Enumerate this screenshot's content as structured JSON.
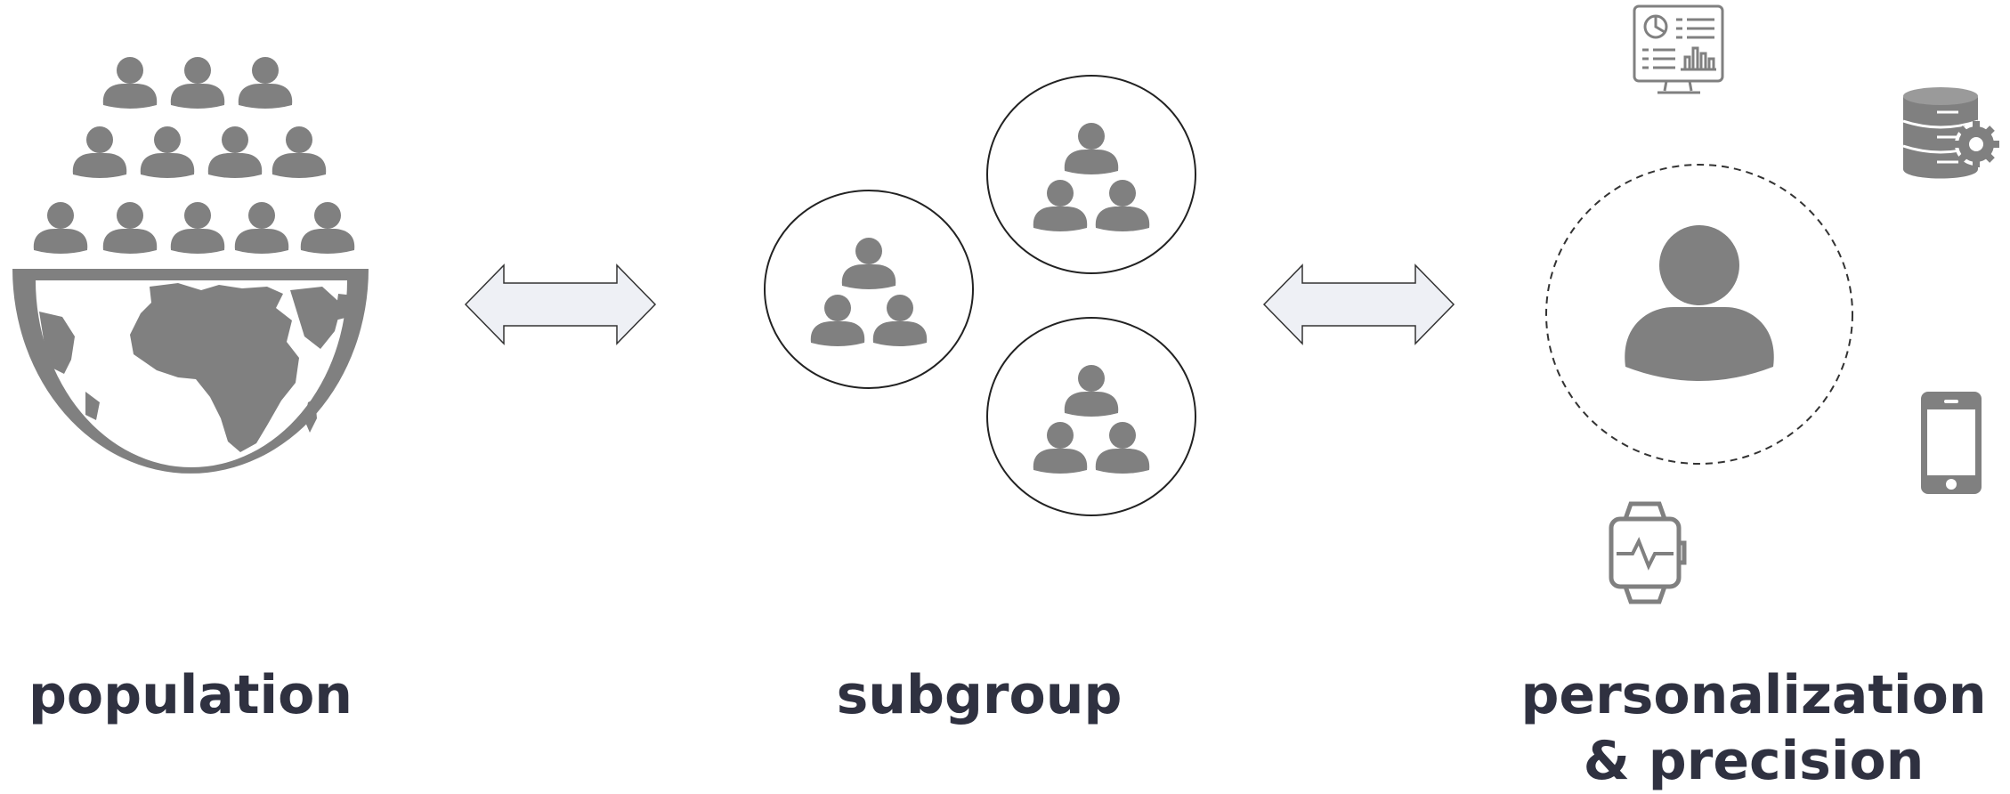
{
  "labels": {
    "population": "population",
    "subgroup": "subgroup",
    "personalization_line1": "personalization",
    "personalization_line2": "& precision"
  },
  "colors": {
    "icon_gray": "#808080",
    "text": "#2f3140",
    "arrow_fill": "#eef0f5",
    "outline": "#333333"
  },
  "icons": [
    "person-icon",
    "globe-icon",
    "double-arrow-icon",
    "subgroup-circle",
    "dashboard-monitor-icon",
    "database-gear-icon",
    "smartphone-icon",
    "smartwatch-icon"
  ]
}
